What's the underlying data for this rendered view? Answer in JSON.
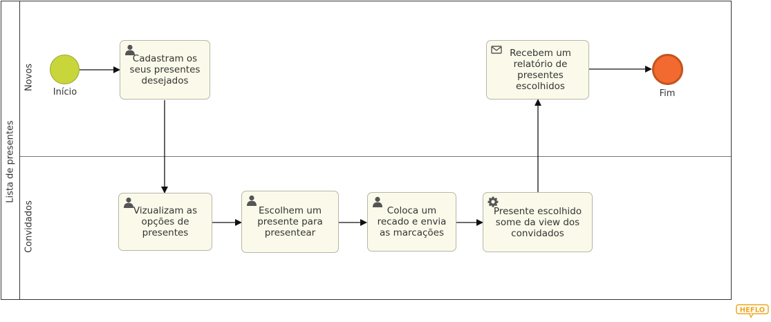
{
  "pool": {
    "label": "Lista de presentes"
  },
  "lanes": [
    {
      "label": "Novos"
    },
    {
      "label": "Convidados"
    }
  ],
  "events": {
    "start": {
      "label": "Início",
      "color": "#c8d63b"
    },
    "end": {
      "label": "Fim",
      "color": "#f26a2f"
    }
  },
  "tasks": {
    "cadastram": {
      "type": "user",
      "icon": "user-icon",
      "label": "Cadastram os seus presentes desejados"
    },
    "recebem": {
      "type": "send",
      "icon": "envelope-icon",
      "label": "Recebem um relatório de presentes escolhidos"
    },
    "vizualizam": {
      "type": "user",
      "icon": "user-icon",
      "label": "Vizualizam as opções de presentes"
    },
    "escolhem": {
      "type": "user",
      "icon": "user-icon",
      "label": "Escolhem um presente para presentear"
    },
    "coloca": {
      "type": "user",
      "icon": "user-icon",
      "label": "Coloca um recado e envia as marcações"
    },
    "presente": {
      "type": "service",
      "icon": "gear-icon",
      "label": "Presente escolhido some da view dos convidados"
    }
  },
  "logo": {
    "text": "HEFLO",
    "color": "#f2a51c"
  }
}
